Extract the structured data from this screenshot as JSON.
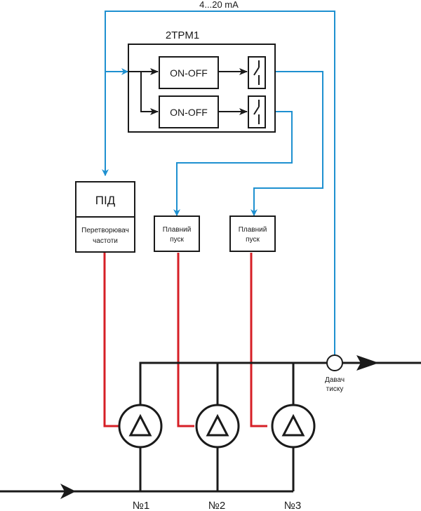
{
  "signal_label": "4...20 mA",
  "controller": {
    "title": "2TPM1",
    "channels": [
      {
        "block_label": "ON-OFF"
      },
      {
        "block_label": "ON-OFF"
      }
    ]
  },
  "drives": {
    "pid_label": "ПІД",
    "vfd_label_line1": "Перетворювач",
    "vfd_label_line2": "частоти",
    "soft_starters": [
      {
        "line1": "Плавний",
        "line2": "пуск"
      },
      {
        "line1": "Плавний",
        "line2": "пуск"
      }
    ]
  },
  "sensor": {
    "line1": "Давач",
    "line2": "тиску"
  },
  "pumps": [
    {
      "label": "№1"
    },
    {
      "label": "№2"
    },
    {
      "label": "№3"
    }
  ],
  "colors": {
    "signal": "#1e90d0",
    "power": "#d61f26",
    "pipe": "#1a1a1a"
  }
}
